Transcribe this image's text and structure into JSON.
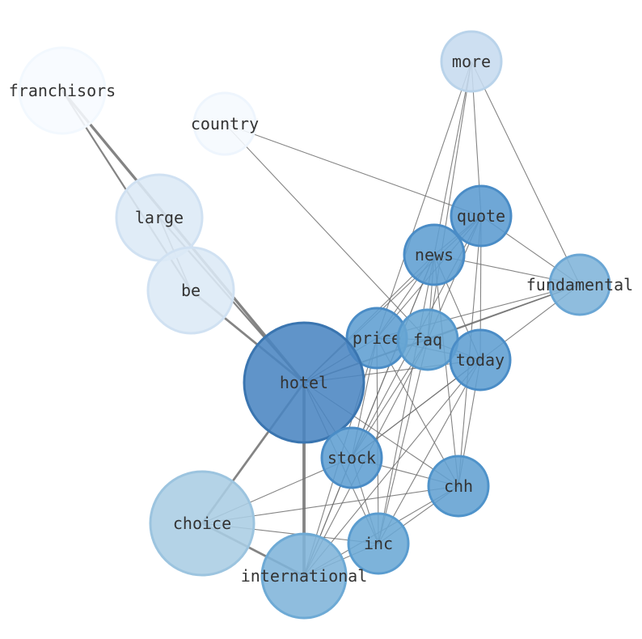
{
  "graph": {
    "nodes": [
      {
        "id": "franchisors",
        "label": "franchisors",
        "color": "#f7fbff",
        "stroke": "#f2f8fe"
      },
      {
        "id": "country",
        "label": "country",
        "color": "#f5f9fe",
        "stroke": "#eef5fd"
      },
      {
        "id": "more",
        "label": "more",
        "color": "#c6dbef",
        "stroke": "#b9d3ea"
      },
      {
        "id": "large",
        "label": "large",
        "color": "#dce9f6",
        "stroke": "#d0e1f2"
      },
      {
        "id": "be",
        "label": "be",
        "color": "#dce9f6",
        "stroke": "#d0e1f2"
      },
      {
        "id": "quote",
        "label": "quote",
        "color": "#5b9bd0",
        "stroke": "#4a8cc6"
      },
      {
        "id": "news",
        "label": "news",
        "color": "#5e9ed1",
        "stroke": "#4a8cc6"
      },
      {
        "id": "fundamental",
        "label": "fundamental",
        "color": "#7fb4da",
        "stroke": "#6aa6d4"
      },
      {
        "id": "price",
        "label": "price",
        "color": "#5e9ed1",
        "stroke": "#4a8cc6"
      },
      {
        "id": "faq",
        "label": "faq",
        "color": "#68a6d4",
        "stroke": "#5597cc"
      },
      {
        "id": "today",
        "label": "today",
        "color": "#5e9ed1",
        "stroke": "#4a8cc6"
      },
      {
        "id": "hotel",
        "label": "hotel",
        "color": "#4a85c2",
        "stroke": "#3a75b0"
      },
      {
        "id": "stock",
        "label": "stock",
        "color": "#5e9ed1",
        "stroke": "#4a8cc6"
      },
      {
        "id": "chh",
        "label": "chh",
        "color": "#62a1d2",
        "stroke": "#4f93ca"
      },
      {
        "id": "choice",
        "label": "choice",
        "color": "#aacde4",
        "stroke": "#9cc4df"
      },
      {
        "id": "inc",
        "label": "inc",
        "color": "#6ba8d5",
        "stroke": "#5a9ccf"
      },
      {
        "id": "international",
        "label": "international",
        "color": "#7fb4da",
        "stroke": "#6eaad5"
      }
    ],
    "edges": [
      {
        "source": "franchisors",
        "target": "hotel",
        "weight": 3
      },
      {
        "source": "franchisors",
        "target": "be",
        "weight": 2
      },
      {
        "source": "large",
        "target": "be",
        "weight": 1.5
      },
      {
        "source": "be",
        "target": "hotel",
        "weight": 2.5
      },
      {
        "source": "large",
        "target": "hotel",
        "weight": 2
      },
      {
        "source": "country",
        "target": "quote",
        "weight": 1
      },
      {
        "source": "country",
        "target": "faq",
        "weight": 1
      },
      {
        "source": "more",
        "target": "quote",
        "weight": 1
      },
      {
        "source": "more",
        "target": "fundamental",
        "weight": 1
      },
      {
        "source": "more",
        "target": "news",
        "weight": 1
      },
      {
        "source": "more",
        "target": "price",
        "weight": 1
      },
      {
        "source": "more",
        "target": "faq",
        "weight": 1
      },
      {
        "source": "quote",
        "target": "news",
        "weight": 1
      },
      {
        "source": "quote",
        "target": "fundamental",
        "weight": 1
      },
      {
        "source": "quote",
        "target": "price",
        "weight": 1
      },
      {
        "source": "quote",
        "target": "faq",
        "weight": 1
      },
      {
        "source": "quote",
        "target": "today",
        "weight": 1
      },
      {
        "source": "quote",
        "target": "stock",
        "weight": 1
      },
      {
        "source": "quote",
        "target": "chh",
        "weight": 1
      },
      {
        "source": "quote",
        "target": "hotel",
        "weight": 1
      },
      {
        "source": "news",
        "target": "fundamental",
        "weight": 1
      },
      {
        "source": "news",
        "target": "price",
        "weight": 1
      },
      {
        "source": "news",
        "target": "faq",
        "weight": 1
      },
      {
        "source": "news",
        "target": "today",
        "weight": 1
      },
      {
        "source": "news",
        "target": "stock",
        "weight": 1
      },
      {
        "source": "news",
        "target": "chh",
        "weight": 1
      },
      {
        "source": "news",
        "target": "inc",
        "weight": 1
      },
      {
        "source": "news",
        "target": "hotel",
        "weight": 1
      },
      {
        "source": "news",
        "target": "international",
        "weight": 1
      },
      {
        "source": "fundamental",
        "target": "price",
        "weight": 1
      },
      {
        "source": "fundamental",
        "target": "faq",
        "weight": 1
      },
      {
        "source": "fundamental",
        "target": "hotel",
        "weight": 1.5
      },
      {
        "source": "fundamental",
        "target": "stock",
        "weight": 1
      },
      {
        "source": "price",
        "target": "faq",
        "weight": 1
      },
      {
        "source": "price",
        "target": "today",
        "weight": 1
      },
      {
        "source": "price",
        "target": "stock",
        "weight": 1
      },
      {
        "source": "price",
        "target": "chh",
        "weight": 1
      },
      {
        "source": "price",
        "target": "inc",
        "weight": 1
      },
      {
        "source": "price",
        "target": "international",
        "weight": 1
      },
      {
        "source": "price",
        "target": "hotel",
        "weight": 1
      },
      {
        "source": "faq",
        "target": "today",
        "weight": 1
      },
      {
        "source": "faq",
        "target": "stock",
        "weight": 1
      },
      {
        "source": "faq",
        "target": "inc",
        "weight": 1
      },
      {
        "source": "faq",
        "target": "hotel",
        "weight": 1
      },
      {
        "source": "faq",
        "target": "international",
        "weight": 1
      },
      {
        "source": "today",
        "target": "hotel",
        "weight": 1
      },
      {
        "source": "today",
        "target": "stock",
        "weight": 1
      },
      {
        "source": "today",
        "target": "chh",
        "weight": 1
      },
      {
        "source": "today",
        "target": "inc",
        "weight": 1
      },
      {
        "source": "today",
        "target": "international",
        "weight": 1
      },
      {
        "source": "hotel",
        "target": "stock",
        "weight": 1
      },
      {
        "source": "hotel",
        "target": "chh",
        "weight": 1
      },
      {
        "source": "hotel",
        "target": "inc",
        "weight": 1
      },
      {
        "source": "hotel",
        "target": "choice",
        "weight": 2.5
      },
      {
        "source": "hotel",
        "target": "international",
        "weight": 3.5
      },
      {
        "source": "stock",
        "target": "chh",
        "weight": 1
      },
      {
        "source": "stock",
        "target": "inc",
        "weight": 1
      },
      {
        "source": "stock",
        "target": "choice",
        "weight": 1
      },
      {
        "source": "stock",
        "target": "international",
        "weight": 1
      },
      {
        "source": "chh",
        "target": "inc",
        "weight": 1
      },
      {
        "source": "chh",
        "target": "choice",
        "weight": 1
      },
      {
        "source": "chh",
        "target": "international",
        "weight": 1
      },
      {
        "source": "choice",
        "target": "inc",
        "weight": 1
      },
      {
        "source": "choice",
        "target": "international",
        "weight": 2.5
      },
      {
        "source": "inc",
        "target": "international",
        "weight": 1
      }
    ]
  }
}
